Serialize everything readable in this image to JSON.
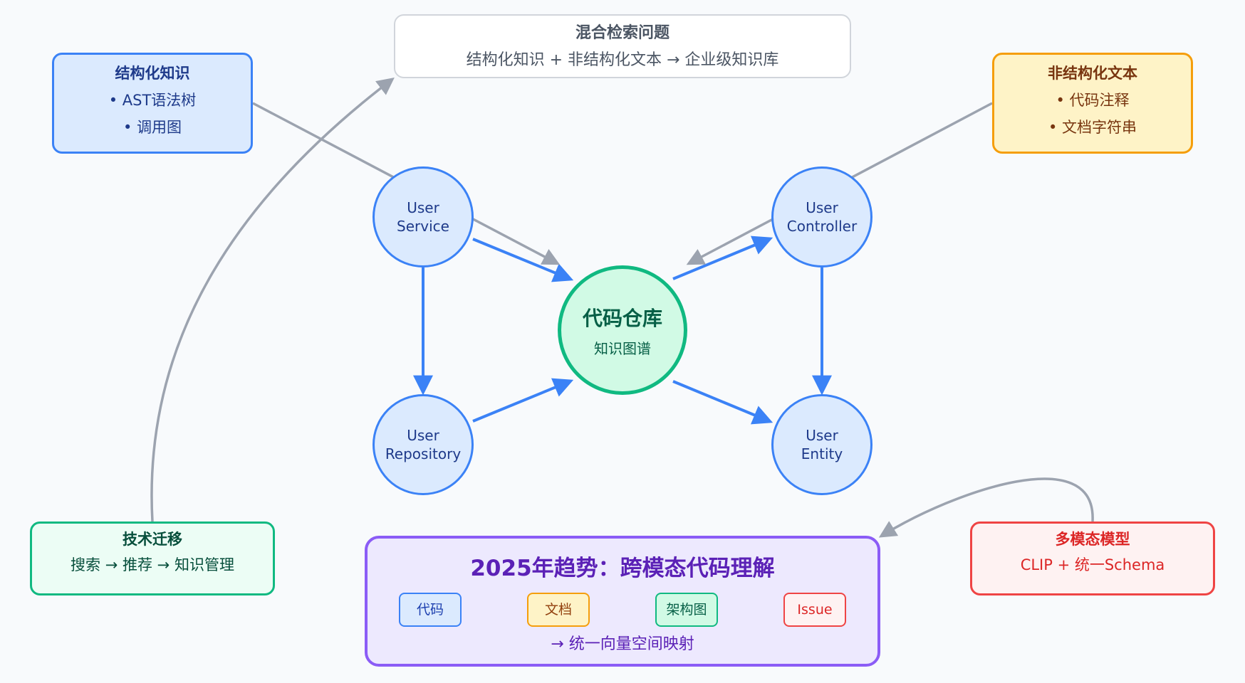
{
  "hybrid": {
    "title": "混合检索问题",
    "subtitle": "结构化知识 + 非结构化文本 → 企业级知识库"
  },
  "structured": {
    "title": "结构化知识",
    "items": [
      "• AST语法树",
      "• 调用图"
    ]
  },
  "unstructured": {
    "title": "非结构化文本",
    "items": [
      "• 代码注释",
      "• 文档字符串"
    ]
  },
  "center": {
    "title": "代码仓库",
    "subtitle": "知识图谱"
  },
  "nodes": {
    "user_service": [
      "User",
      "Service"
    ],
    "user_controller": [
      "User",
      "Controller"
    ],
    "user_repository": [
      "User",
      "Repository"
    ],
    "user_entity": [
      "User",
      "Entity"
    ]
  },
  "migration": {
    "title": "技术迁移",
    "subtitle": "搜索 → 推荐 → 知识管理"
  },
  "multimodal": {
    "title": "多模态模型",
    "subtitle": "CLIP + 统一Schema"
  },
  "trend": {
    "title": "2025年趋势：跨模态代码理解",
    "chips": [
      "代码",
      "文档",
      "架构图",
      "Issue"
    ],
    "footer": "→ 统一向量空间映射"
  },
  "colors": {
    "blue_edge": "#3b82f6",
    "gray_edge": "#9ca3af",
    "green": "#10b981",
    "amber": "#f59e0b",
    "red": "#ef4444",
    "purple": "#8b5cf6"
  }
}
